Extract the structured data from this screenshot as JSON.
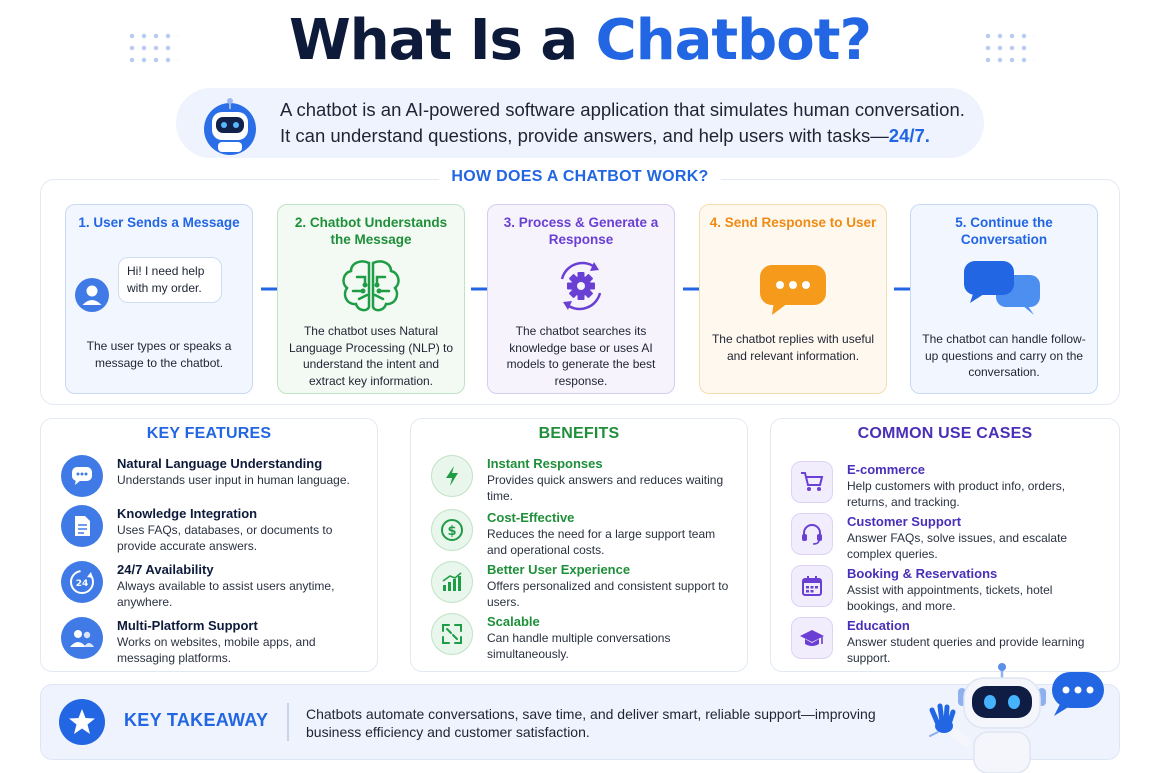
{
  "title": {
    "prefix": "What Is a",
    "accent": "Chatbot?"
  },
  "intro": {
    "line1": "A chatbot is an AI-powered software application that simulates human conversation.",
    "line2": "It can understand questions, provide answers, and help users with tasks—",
    "line2_highlight": "24/7."
  },
  "how": {
    "heading": "HOW DOES A CHATBOT WORK?",
    "bubble_text": "Hi! I need help with my order.",
    "steps": [
      {
        "title": "1. User Sends a Message",
        "desc": "The user types or speaks a message to the chatbot."
      },
      {
        "title": "2. Chatbot Understands the Message",
        "desc": "The chatbot uses Natural Language Processing (NLP) to understand the intent and extract key information."
      },
      {
        "title": "3. Process & Generate a Response",
        "desc": "The chatbot searches its knowledge base or uses AI models to generate the best response."
      },
      {
        "title": "4. Send Response to User",
        "desc": "The chatbot replies with useful and relevant information."
      },
      {
        "title": "5. Continue the Conversation",
        "desc": "The chatbot can handle follow-up questions and carry on the conversation."
      }
    ]
  },
  "features": {
    "heading": "KEY FEATURES",
    "items": [
      {
        "name": "Natural Language Understanding",
        "desc": "Understands user input in human language.",
        "icon": "chat-bubble-icon"
      },
      {
        "name": "Knowledge Integration",
        "desc": "Uses FAQs, databases, or documents to provide accurate answers.",
        "icon": "document-icon"
      },
      {
        "name": "24/7 Availability",
        "desc": "Always available to assist users anytime, anywhere.",
        "icon": "24-hours-icon"
      },
      {
        "name": "Multi-Platform Support",
        "desc": "Works on websites, mobile apps, and messaging platforms.",
        "icon": "users-icon"
      }
    ]
  },
  "benefits": {
    "heading": "BENEFITS",
    "items": [
      {
        "name": "Instant Responses",
        "desc": "Provides quick answers and reduces waiting time.",
        "icon": "lightning-icon"
      },
      {
        "name": "Cost-Effective",
        "desc": "Reduces the need for a large support team and operational costs.",
        "icon": "dollar-icon"
      },
      {
        "name": "Better User Experience",
        "desc": "Offers personalized and consistent support to users.",
        "icon": "growth-chart-icon"
      },
      {
        "name": "Scalable",
        "desc": "Can handle multiple conversations simultaneously.",
        "icon": "expand-icon"
      }
    ]
  },
  "uses": {
    "heading": "COMMON USE CASES",
    "items": [
      {
        "name": "E-commerce",
        "desc": "Help customers with product info, orders, returns, and tracking.",
        "icon": "cart-icon"
      },
      {
        "name": "Customer Support",
        "desc": "Answer FAQs, solve issues, and escalate complex queries.",
        "icon": "headset-icon"
      },
      {
        "name": "Booking & Reservations",
        "desc": "Assist with appointments, tickets, hotel bookings, and more.",
        "icon": "calendar-icon"
      },
      {
        "name": "Education",
        "desc": "Answer student queries and provide learning support.",
        "icon": "graduation-cap-icon"
      }
    ]
  },
  "takeaway": {
    "label": "KEY TAKEAWAY",
    "text": "Chatbots automate conversations, save time, and deliver smart, reliable support—improving business efficiency and customer satisfaction."
  },
  "colors": {
    "primary": "#2266e3",
    "green": "#1f8f3a",
    "purple": "#6a3fd3",
    "orange": "#f08a13",
    "navy": "#0d1a3a"
  }
}
